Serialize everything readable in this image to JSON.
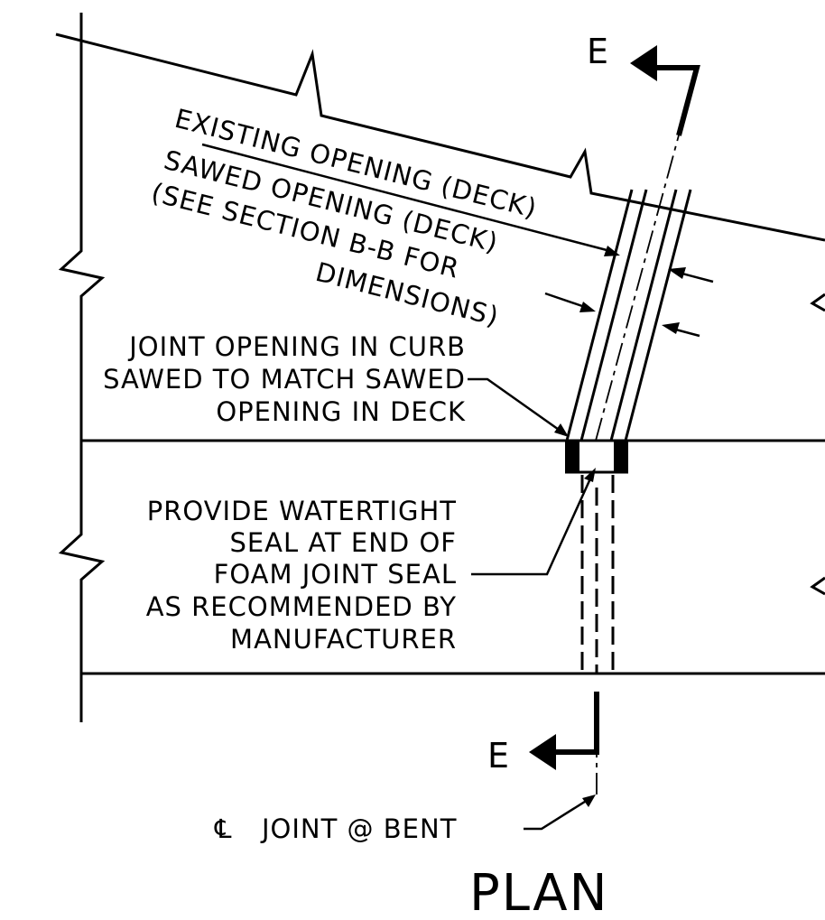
{
  "drawing": {
    "title": "PLAN",
    "section_mark": "E",
    "labels": {
      "existing_opening": "EXISTING OPENING (DECK)",
      "sawed_opening": [
        "SAWED OPENING (DECK)",
        "(SEE SECTION B-B FOR",
        "DIMENSIONS)"
      ],
      "joint_curb": [
        "JOINT OPENING IN CURB",
        "SAWED TO MATCH SAWED",
        "OPENING IN DECK"
      ],
      "watertight": [
        "PROVIDE WATERTIGHT",
        "SEAL AT END OF",
        "FOAM JOINT SEAL",
        "AS RECOMMENDED BY",
        "MANUFACTURER"
      ],
      "centerline": "JOINT @ BENT",
      "centerline_symbol": "℄"
    }
  }
}
